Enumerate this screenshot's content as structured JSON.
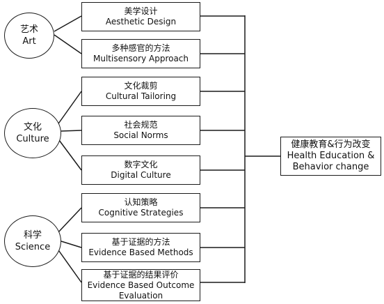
{
  "categories": [
    {
      "zh": "艺术",
      "en": "Art",
      "items": [
        {
          "zh": "美学设计",
          "en": "Aesthetic Design"
        },
        {
          "zh": "多种感官的方法",
          "en": "Multisensory Approach"
        }
      ]
    },
    {
      "zh": "文化",
      "en": "Culture",
      "items": [
        {
          "zh": "文化裁剪",
          "en": "Cultural Tailoring"
        },
        {
          "zh": "社会规范",
          "en": "Social Norms"
        },
        {
          "zh": "数字文化",
          "en": "Digital Culture"
        }
      ]
    },
    {
      "zh": "科学",
      "en": "Science",
      "items": [
        {
          "zh": "认知策略",
          "en": "Cognitive Strategies"
        },
        {
          "zh": "基于证据的方法",
          "en": "Evidence Based Methods"
        },
        {
          "zh": "基于证据的结果评价",
          "en": "Evidence Based Outcome",
          "en2": "Evaluation"
        }
      ]
    }
  ],
  "target": {
    "zh": "健康教育&行为改变",
    "en": "Health Education &",
    "en2": "Behavior change"
  }
}
